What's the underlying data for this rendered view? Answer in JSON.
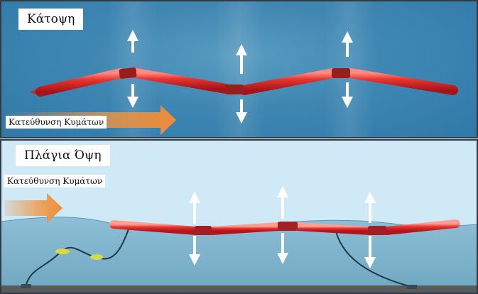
{
  "top_panel": {
    "title": "Κάτοψη",
    "direction_label": "Κατεύθυνση Κυμάτων"
  },
  "bottom_panel": {
    "title": "Πλάγια Όψη",
    "direction_label": "Κατεύθυνση Κυμάτων"
  },
  "colors": {
    "device_red": "#e0322e",
    "arrow_orange": "#f08a3a",
    "water_deep": "#7fb4cc",
    "sky": "#cfeaf6",
    "seabed": "#5a5a5a",
    "float_yellow": "#d9d94a"
  },
  "icons": [
    "wave-direction-arrow-icon",
    "vertical-motion-arrow-icon"
  ]
}
